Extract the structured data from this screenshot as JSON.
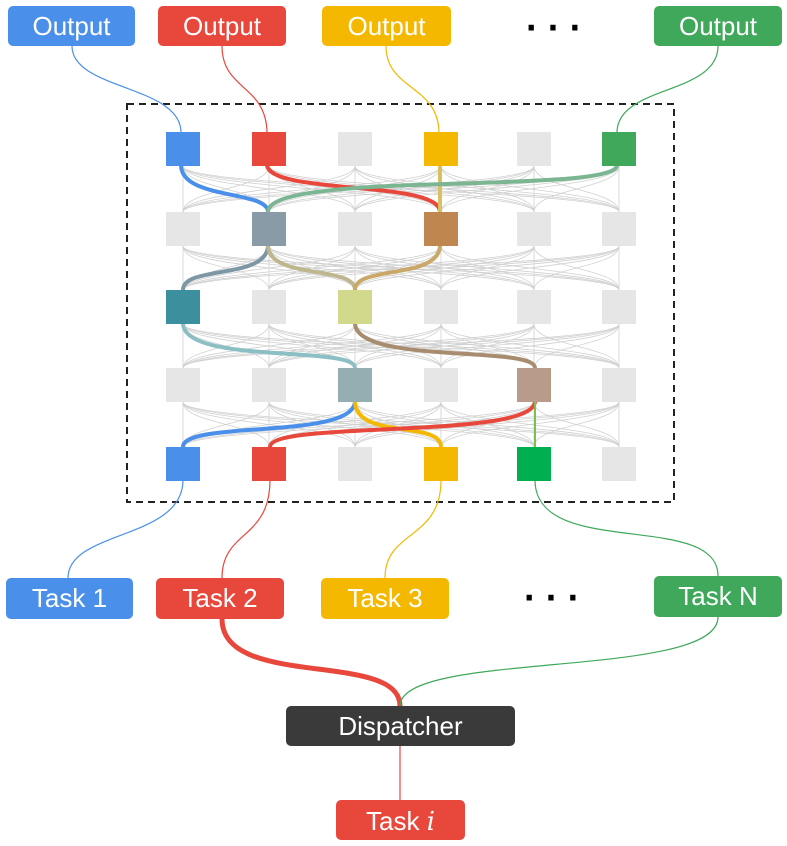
{
  "outputs": [
    {
      "label": "Output",
      "color": "#4A8FEA"
    },
    {
      "label": "Output",
      "color": "#E8473C"
    },
    {
      "label": "Output",
      "color": "#F5B800"
    },
    {
      "label": "Output",
      "color": "#3FA85A"
    }
  ],
  "outputs_ellipsis": "· · ·",
  "tasks": [
    {
      "label": "Task 1",
      "color": "#4A8FEA"
    },
    {
      "label": "Task 2",
      "color": "#E8473C"
    },
    {
      "label": "Task 3",
      "color": "#F5B800"
    },
    {
      "label": "Task N",
      "color": "#3FA85A"
    }
  ],
  "tasks_ellipsis": "· · ·",
  "dispatcher": {
    "label": "Dispatcher",
    "color": "#3A3A3A"
  },
  "task_i": {
    "label_prefix": "Task ",
    "label_var": "i",
    "color": "#E8473C"
  },
  "grid": {
    "rows": 5,
    "cols": 6,
    "inactive_color": "#E6E6E6",
    "highlighted": [
      {
        "row": 0,
        "col": 0,
        "color": "#4A8FEA"
      },
      {
        "row": 0,
        "col": 1,
        "color": "#E8473C"
      },
      {
        "row": 0,
        "col": 3,
        "color": "#F5B800"
      },
      {
        "row": 0,
        "col": 5,
        "color": "#3FA85A"
      },
      {
        "row": 1,
        "col": 1,
        "color": "#8A9BA8"
      },
      {
        "row": 1,
        "col": 3,
        "color": "#C0864F"
      },
      {
        "row": 2,
        "col": 0,
        "color": "#3C909E"
      },
      {
        "row": 2,
        "col": 2,
        "color": "#D3D98C"
      },
      {
        "row": 3,
        "col": 2,
        "color": "#95AEB2"
      },
      {
        "row": 3,
        "col": 4,
        "color": "#B89B8A"
      },
      {
        "row": 4,
        "col": 0,
        "color": "#4A8FEA"
      },
      {
        "row": 4,
        "col": 1,
        "color": "#E8473C"
      },
      {
        "row": 4,
        "col": 3,
        "color": "#F5B800"
      },
      {
        "row": 4,
        "col": 4,
        "color": "#00B050"
      }
    ]
  }
}
